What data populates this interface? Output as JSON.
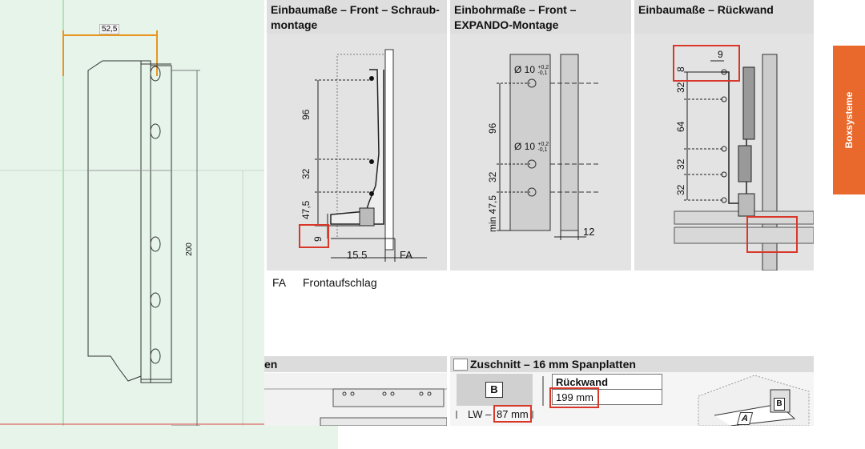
{
  "cad": {
    "top_dimension": "52,5",
    "side_dimension": "200"
  },
  "panels": {
    "p1": {
      "title_line1": "Einbaumaße – Front – Schraub-",
      "title_line2": "montage",
      "dims": [
        "96",
        "32",
        "47,5",
        "9",
        "15.5",
        "FA"
      ]
    },
    "p2": {
      "title_line1": "Einbohrmaße – Front –",
      "title_line2": "EXPANDO-Montage",
      "hole_label": "Ø 10",
      "tol_plus": "+0,2",
      "tol_minus": "-0,1",
      "dims": [
        "96",
        "32",
        "min 47,5",
        "12"
      ]
    },
    "p3": {
      "title": "Einbaumaße – Rückwand",
      "dims": [
        "9",
        "8",
        "32",
        "64",
        "32",
        "32"
      ]
    }
  },
  "legend": {
    "abbr": "FA",
    "text": "Frontaufschlag"
  },
  "bottom": {
    "left_fragment": "en",
    "section_title": "Zuschnitt – 16 mm Spanplatten",
    "part_b": "B",
    "part_a": "A",
    "lw_label": "LW –",
    "lw_value": "87 mm",
    "table_header": "Rückwand",
    "table_value": "199 mm"
  },
  "side_tab": {
    "label": "Boxsysteme"
  },
  "colors": {
    "accent": "#e9692c",
    "highlight": "#d9372a",
    "cad_bg": "#e6f4ea",
    "panel_bg": "#e3e3e3"
  }
}
